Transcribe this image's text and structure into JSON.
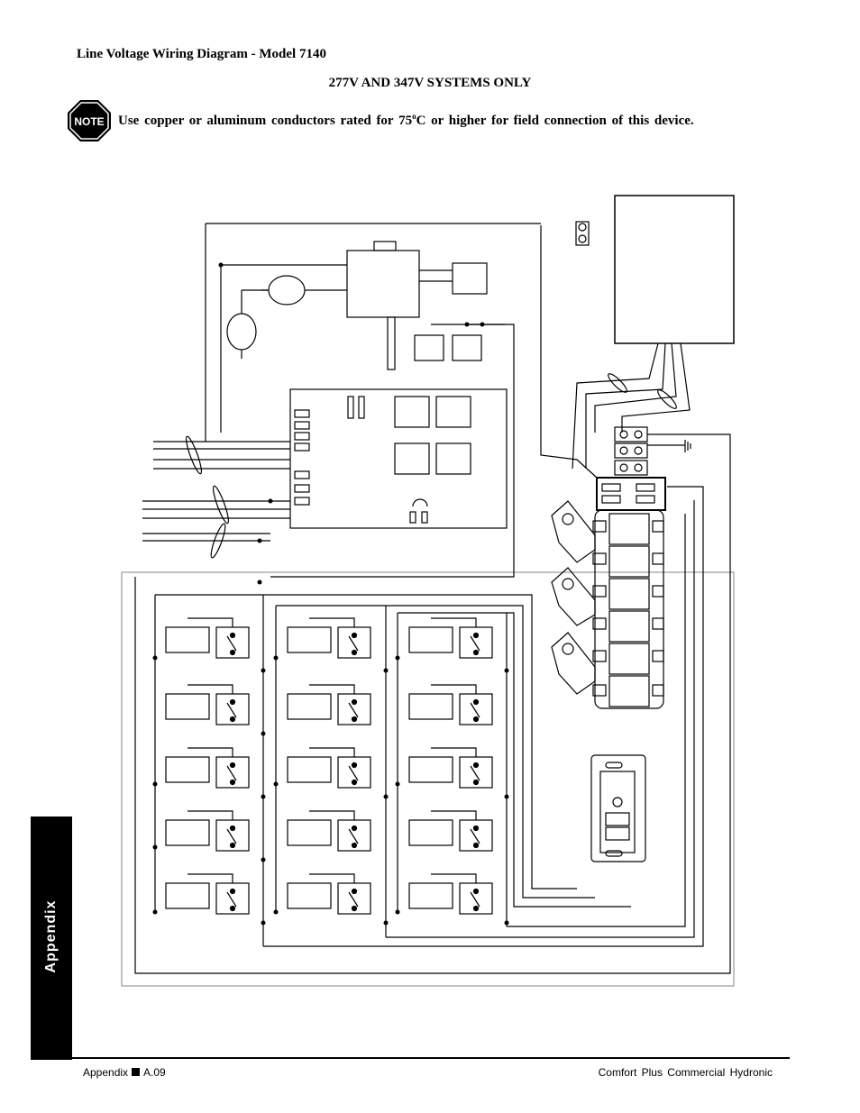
{
  "header": {
    "title": "Line Voltage Wiring Diagram - Model 7140",
    "subtitle": "277V AND 347V SYSTEMS ONLY"
  },
  "note": {
    "badge_label": "NOTE",
    "text_before": "Use copper or aluminum conductors rated for 75",
    "degree_mark": "o",
    "text_after": "C or higher for field connection of this device."
  },
  "side_tab": {
    "label": "Appendix"
  },
  "footer": {
    "section": "Appendix",
    "page": "A.09",
    "product": "Comfort Plus Commercial Hydronic"
  },
  "diagram": {
    "relay_grid": {
      "columns": 3,
      "rows": 5
    },
    "breaker_count": 6,
    "icons": [
      "note-stop-sign-icon",
      "ground-icon",
      "motor-icon",
      "capacitor-icon",
      "transformer-icon",
      "fuse-icon",
      "relay-icon",
      "circuit-breaker-icon",
      "terminal-block-icon"
    ]
  }
}
